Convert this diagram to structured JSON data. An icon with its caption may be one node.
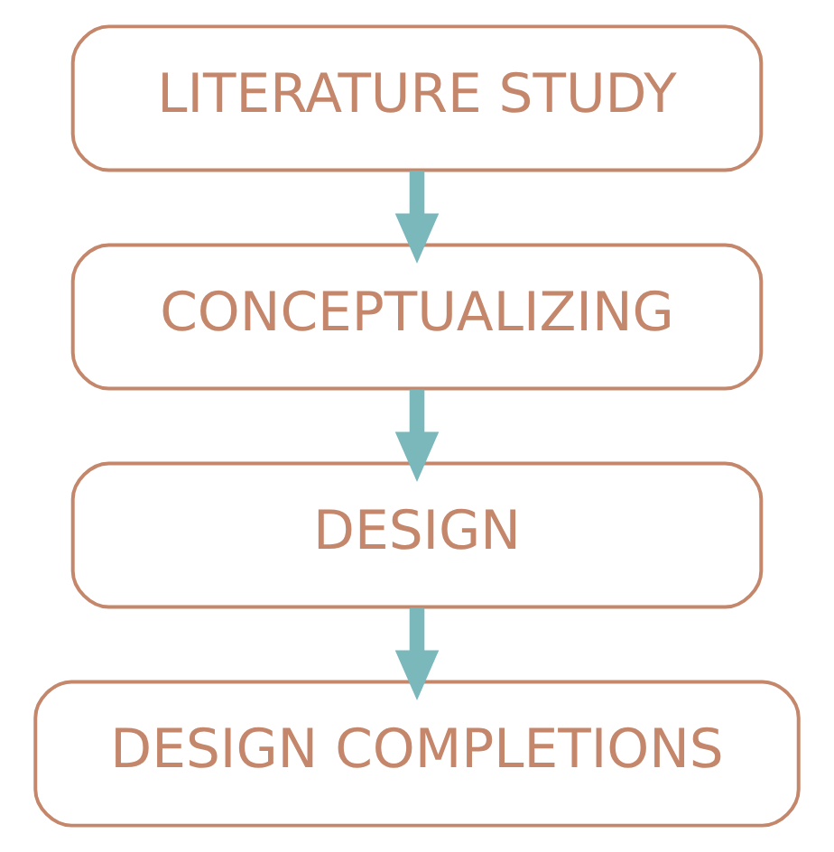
{
  "diagram": {
    "nodes": [
      {
        "text": [
          "LITERATURE STUDY"
        ]
      },
      {
        "text": [
          "CONCEPTUALIZING"
        ]
      },
      {
        "text": [
          "DESIGN"
        ]
      },
      {
        "text": [
          "DESIGN COMPLETIONS"
        ]
      }
    ],
    "edges": [
      {
        "from": 0,
        "to": 1,
        "arrow": "to"
      },
      {
        "from": 1,
        "to": 2,
        "arrow": "to"
      },
      {
        "from": 2,
        "to": 3,
        "arrow": "to"
      }
    ]
  }
}
